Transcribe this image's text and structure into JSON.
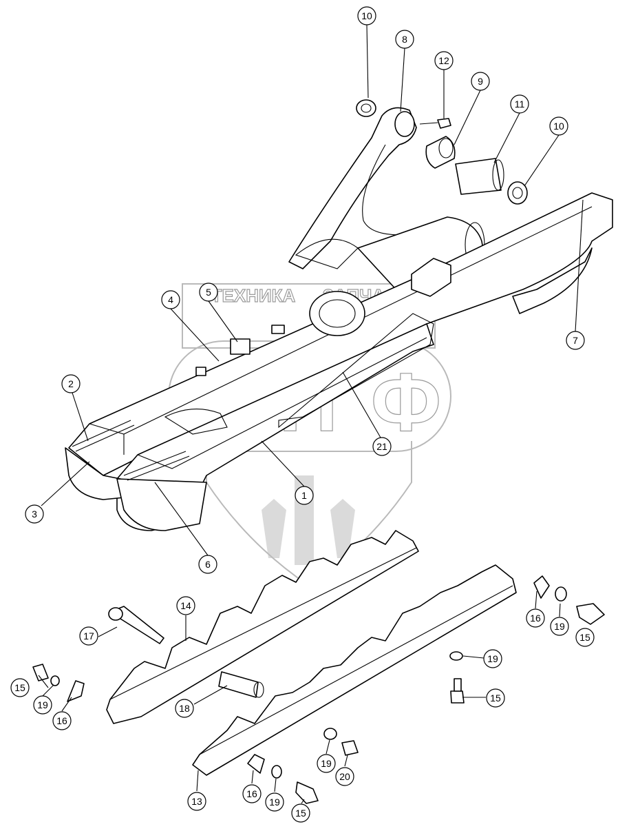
{
  "watermark": {
    "top_text": "ТЕХНИКА",
    "top_text_2": "ЗАПЧАСТИ",
    "letters": [
      "Э",
      "П",
      "Ф"
    ]
  },
  "callouts": [
    {
      "id": "c10a",
      "label": "10"
    },
    {
      "id": "c8",
      "label": "8"
    },
    {
      "id": "c12",
      "label": "12"
    },
    {
      "id": "c9",
      "label": "9"
    },
    {
      "id": "c11",
      "label": "11"
    },
    {
      "id": "c10b",
      "label": "10"
    },
    {
      "id": "c4",
      "label": "4"
    },
    {
      "id": "c5",
      "label": "5"
    },
    {
      "id": "c7",
      "label": "7"
    },
    {
      "id": "c2",
      "label": "2"
    },
    {
      "id": "c21",
      "label": "21"
    },
    {
      "id": "c1",
      "label": "1"
    },
    {
      "id": "c3",
      "label": "3"
    },
    {
      "id": "c6",
      "label": "6"
    },
    {
      "id": "c14",
      "label": "14"
    },
    {
      "id": "c17",
      "label": "17"
    },
    {
      "id": "c16a",
      "label": "16"
    },
    {
      "id": "c19a",
      "label": "19"
    },
    {
      "id": "c15a",
      "label": "15"
    },
    {
      "id": "c19b",
      "label": "19"
    },
    {
      "id": "c15b",
      "label": "15"
    },
    {
      "id": "c15c",
      "label": "15"
    },
    {
      "id": "c19c",
      "label": "19"
    },
    {
      "id": "c16b",
      "label": "16"
    },
    {
      "id": "c18",
      "label": "18"
    },
    {
      "id": "c19d",
      "label": "19"
    },
    {
      "id": "c20",
      "label": "20"
    },
    {
      "id": "c13",
      "label": "13"
    },
    {
      "id": "c16c",
      "label": "16"
    },
    {
      "id": "c19e",
      "label": "19"
    },
    {
      "id": "c15d",
      "label": "15"
    }
  ]
}
